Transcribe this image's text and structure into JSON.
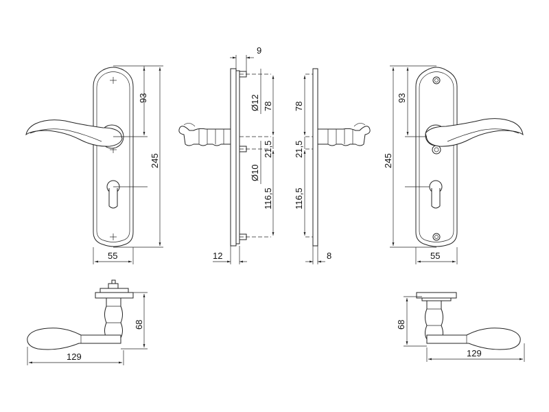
{
  "views": {
    "front_left": {
      "dims": {
        "spindle_to_cyl": "93",
        "height": "245",
        "width": "55"
      }
    },
    "side_left": {
      "dims": {
        "top_offset": "9",
        "pin_dia_top": "Ø12",
        "upper": "78",
        "middle": "21,5",
        "pin_dia_bottom": "Ø10",
        "lower": "116,5",
        "depth": "12"
      }
    },
    "side_right": {
      "dims": {
        "upper": "78",
        "middle": "21,5",
        "lower": "116,5",
        "depth": "8"
      }
    },
    "front_right": {
      "dims": {
        "spindle_to_cyl": "93",
        "height": "245",
        "width": "55"
      }
    },
    "lever_left": {
      "dims": {
        "height": "68",
        "length": "129"
      }
    },
    "lever_right": {
      "dims": {
        "height": "68",
        "length": "129"
      }
    }
  }
}
